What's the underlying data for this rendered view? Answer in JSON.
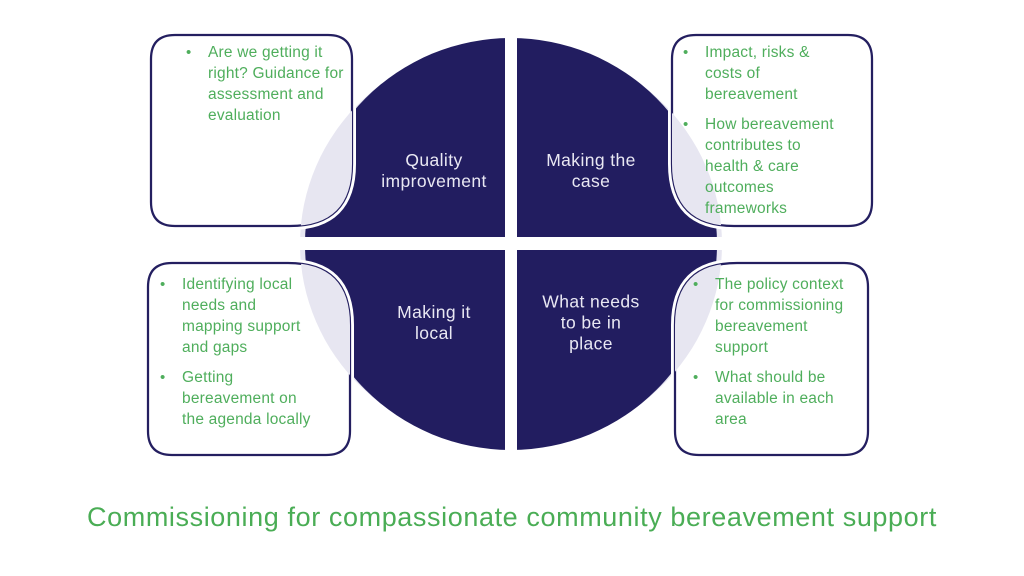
{
  "diagram": {
    "title": "Commissioning for compassionate community bereavement support",
    "quadrants": {
      "top_left": {
        "label": "Quality\nimprovement"
      },
      "top_right": {
        "label": "Making the\ncase"
      },
      "bottom_left": {
        "label": "Making it\nlocal"
      },
      "bottom_right": {
        "label": "What needs\nto be in\nplace"
      }
    },
    "callouts": {
      "top_left": {
        "items": [
          "Are we getting it\nright? Guidance for\nassessment and\nevaluation"
        ]
      },
      "top_right": {
        "items": [
          "Impact, risks &\ncosts of\nbereavement",
          "How bereavement\ncontributes to\nhealth & care\noutcomes\nframeworks"
        ]
      },
      "bottom_left": {
        "items": [
          "Identifying local\nneeds and\nmapping support\nand gaps",
          "Getting\nbereavement on\nthe agenda locally"
        ]
      },
      "bottom_right": {
        "items": [
          "The policy context\nfor commissioning\nbereavement\nsupport",
          "What should be\navailable in each\narea"
        ]
      }
    },
    "bullet_glyph": "•",
    "colors": {
      "navy": "#221d60",
      "lavender": "#e7e6f1",
      "green": "#4fae5c",
      "label_text": "#e9e8f3"
    }
  }
}
